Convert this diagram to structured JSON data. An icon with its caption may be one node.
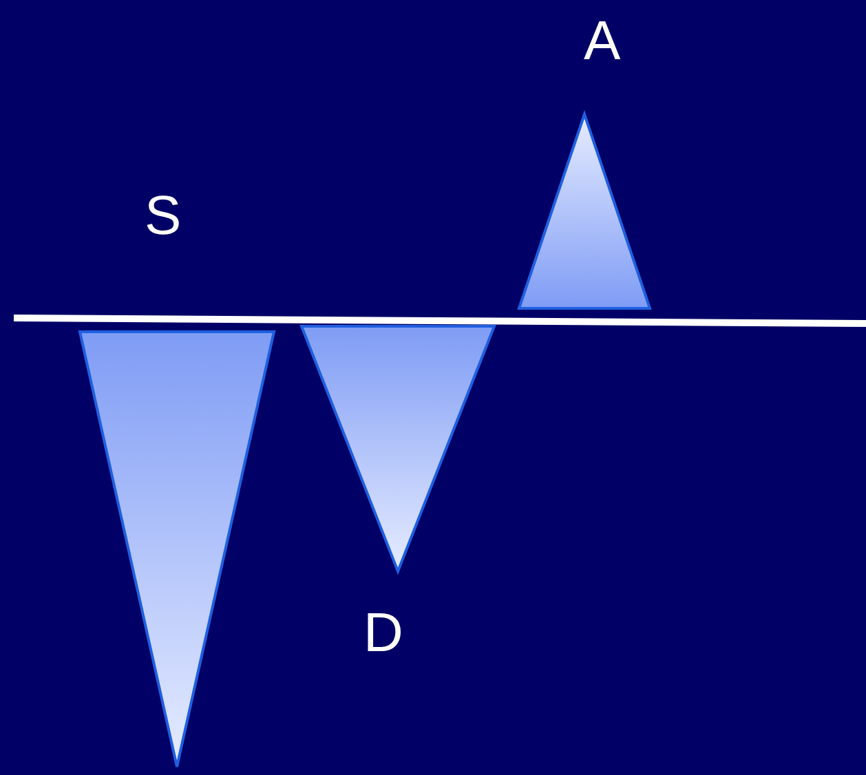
{
  "diagram": {
    "nodes": [
      {
        "text": [],
        "shape": "triangle",
        "beside": [
          "S"
        ]
      },
      {
        "text": [],
        "shape": "triangle",
        "beside": [
          "D"
        ]
      },
      {
        "text": [],
        "shape": "triangle",
        "beside": [
          "A"
        ]
      }
    ]
  }
}
